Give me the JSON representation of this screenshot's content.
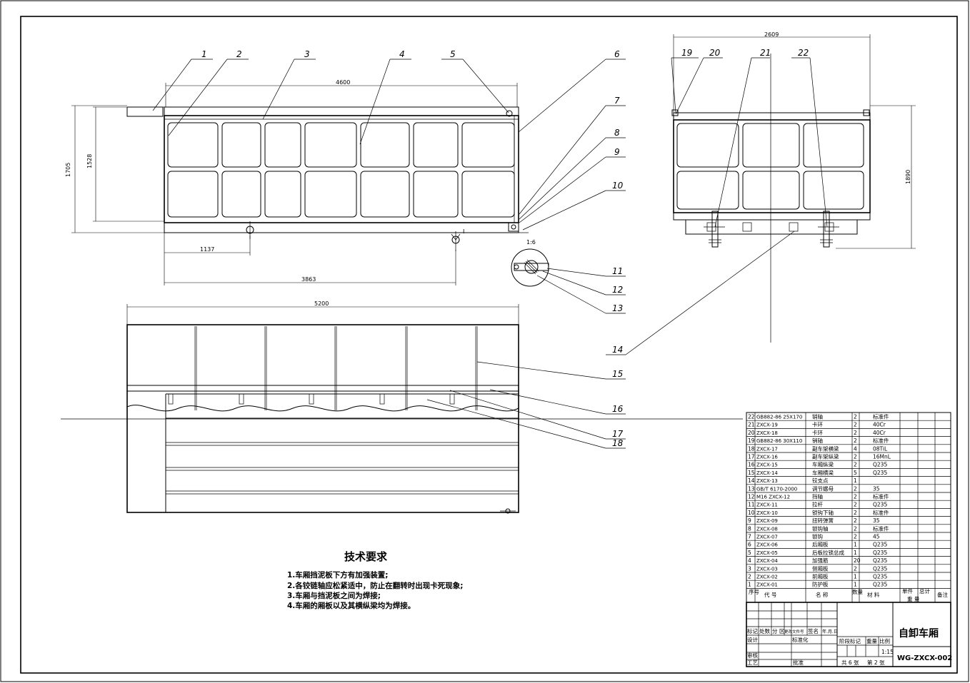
{
  "title_block": {
    "drawing_name": "自卸车厢",
    "drawing_number": "WG-ZXCX-002",
    "scale": "1:15",
    "sheets": "共 6 张",
    "sheet_no": "第 2 张",
    "labels": {
      "mark": "标记",
      "count": "处数",
      "zone": "分 区",
      "doc": "更改文件号",
      "sign": "签名",
      "date": "年.月.日",
      "design": "设计",
      "std": "标准化",
      "stage": "阶段标记",
      "weight": "重量",
      "ratio": "比例",
      "review": "审核",
      "process": "工艺",
      "approve": "批准"
    }
  },
  "bom_header": {
    "seq": "序号",
    "code": "代 号",
    "name": "名 称",
    "qty": "数量",
    "material": "材 料",
    "unit": "单件",
    "total": "总计",
    "mass": "重 量",
    "remark": "备注"
  },
  "bom": [
    {
      "no": "22",
      "code": "GB882-86 25X170",
      "name": "销轴",
      "qty": "2",
      "mat": "标准件"
    },
    {
      "no": "21",
      "code": "ZXCX-19",
      "name": "卡环",
      "qty": "2",
      "mat": "40Cr"
    },
    {
      "no": "20",
      "code": "ZXCX-18",
      "name": "卡环",
      "qty": "2",
      "mat": "40Cr"
    },
    {
      "no": "19",
      "code": "GB882-86 30X110",
      "name": "销轴",
      "qty": "2",
      "mat": "标准件"
    },
    {
      "no": "18",
      "code": "ZXCX-17",
      "name": "副车架横梁",
      "qty": "4",
      "mat": "08TiL"
    },
    {
      "no": "17",
      "code": "ZXCX-16",
      "name": "副车架纵梁",
      "qty": "2",
      "mat": "16MnL"
    },
    {
      "no": "16",
      "code": "ZXCX-15",
      "name": "车厢纵梁",
      "qty": "2",
      "mat": "Q235"
    },
    {
      "no": "15",
      "code": "ZXCX-14",
      "name": "车厢横梁",
      "qty": "5",
      "mat": "Q235"
    },
    {
      "no": "14",
      "code": "ZXCX-13",
      "name": "铰支点",
      "qty": "1",
      "mat": ""
    },
    {
      "no": "13",
      "code": "GB/T 6170-2000",
      "name": "调节螺母",
      "qty": "2",
      "mat": "35"
    },
    {
      "no": "12",
      "code": "M16 ZXCX-12",
      "name": "挡轴",
      "qty": "2",
      "mat": "标准件"
    },
    {
      "no": "11",
      "code": "ZXCX-11",
      "name": "拉杆",
      "qty": "2",
      "mat": "Q235"
    },
    {
      "no": "10",
      "code": "ZXCX-10",
      "name": "锁钩下轴",
      "qty": "2",
      "mat": "标准件"
    },
    {
      "no": "9",
      "code": "ZXCX-09",
      "name": "扭转弹簧",
      "qty": "2",
      "mat": "35"
    },
    {
      "no": "8",
      "code": "ZXCX-08",
      "name": "锁钩轴",
      "qty": "2",
      "mat": "标准件"
    },
    {
      "no": "7",
      "code": "ZXCX-07",
      "name": "锁钩",
      "qty": "2",
      "mat": "45"
    },
    {
      "no": "6",
      "code": "ZXCX-06",
      "name": "后厢板",
      "qty": "1",
      "mat": "Q235"
    },
    {
      "no": "5",
      "code": "ZXCX-05",
      "name": "后板拉锁总成",
      "qty": "1",
      "mat": "Q235"
    },
    {
      "no": "4",
      "code": "ZXCX-04",
      "name": "加强筋",
      "qty": "20",
      "mat": "Q235"
    },
    {
      "no": "3",
      "code": "ZXCX-03",
      "name": "侧厢板",
      "qty": "2",
      "mat": "Q235"
    },
    {
      "no": "2",
      "code": "ZXCX-02",
      "name": "前厢板",
      "qty": "1",
      "mat": "Q235"
    },
    {
      "no": "1",
      "code": "ZXCX-01",
      "name": "防护板",
      "qty": "1",
      "mat": "Q235"
    }
  ],
  "tech": {
    "title": "技术要求",
    "items": [
      "1.车厢挡泥板下方有加强装置;",
      "2.各铰链轴应松紧适中，防止在翻转时出现卡死现象;",
      "3.车厢与挡泥板之间为焊接;",
      "4.车厢的厢板以及其横纵梁均为焊接。"
    ]
  },
  "dims": {
    "side_len": "4600",
    "side_h1": "1705",
    "side_h2": "1528",
    "d1137": "1137",
    "d3863": "3863",
    "top_len": "5200",
    "end_w": "2609",
    "end_h": "1890",
    "detail_scale": "1:6",
    "roman": "I"
  },
  "labels": [
    "1",
    "2",
    "3",
    "4",
    "5",
    "6",
    "7",
    "8",
    "9",
    "10",
    "11",
    "12",
    "13",
    "14",
    "15",
    "16",
    "17",
    "18",
    "19",
    "20",
    "21",
    "22"
  ]
}
